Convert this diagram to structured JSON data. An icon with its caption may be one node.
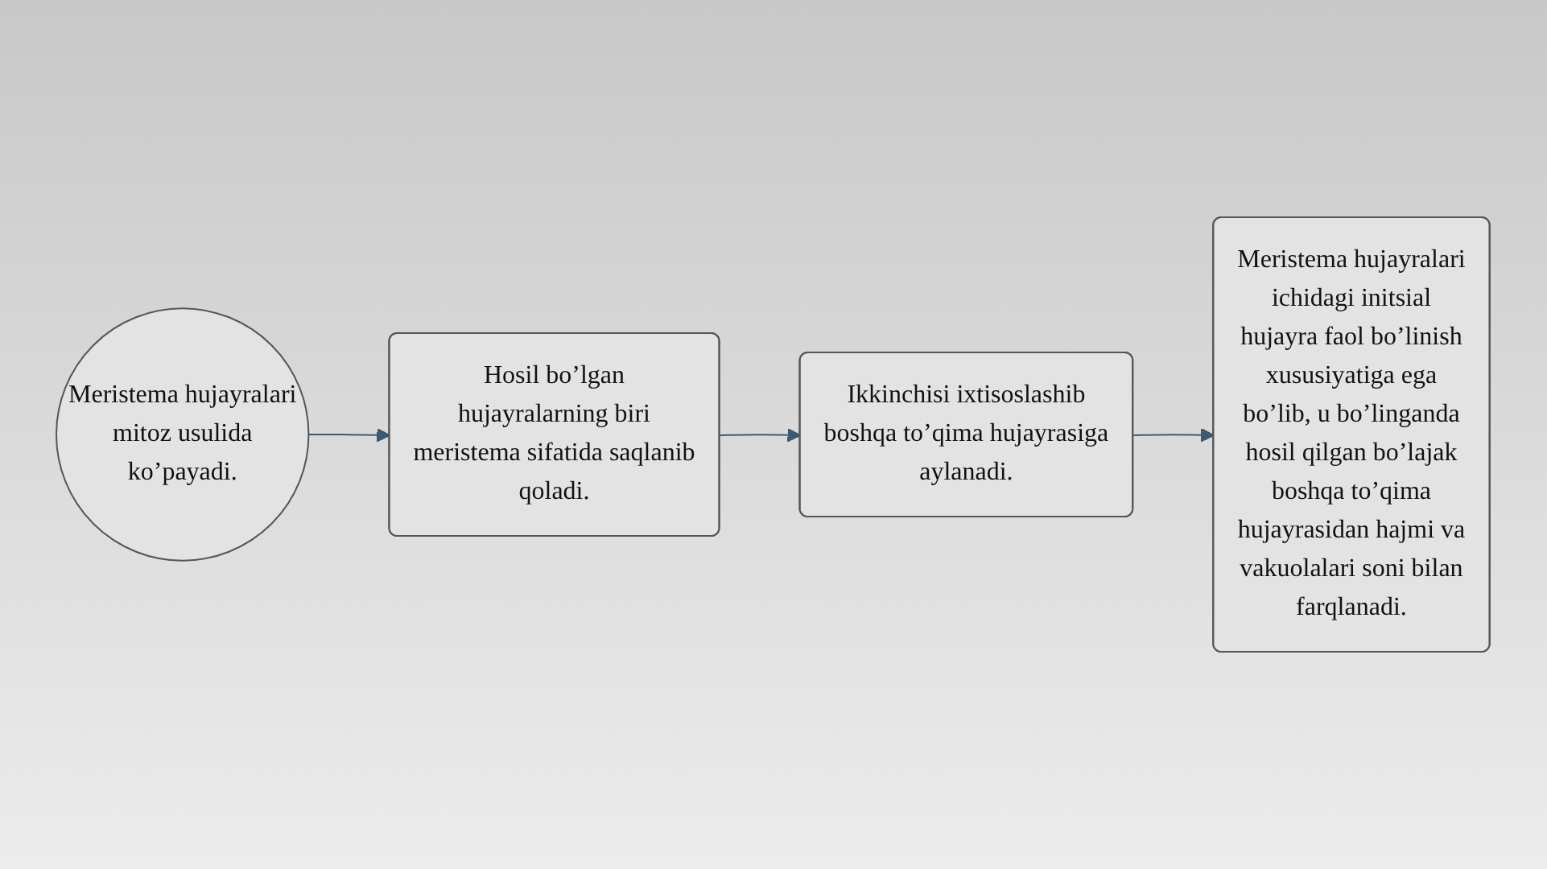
{
  "diagram": {
    "nodes": [
      {
        "text": [
          "Meristema hujayralari mitoz usulida ko’payadi."
        ]
      },
      {
        "text": [
          "Hosil bo’lgan hujayralarning biri meristema sifatida saqlanib qoladi."
        ]
      },
      {
        "text": [
          "Ikkinchisi ixtisoslashib boshqa to’qima hujayrasiga aylanadi."
        ]
      },
      {
        "text": [
          "Meristema hujayralari ichidagi initsial hujayra faol bo’linish xususiyatiga ega bo’lib, u bo’linganda hosil qilgan bo’lajak boshqa to’qima hujayrasidan hajmi va vakuolalari soni bilan farqlanadi."
        ]
      }
    ],
    "edges": [
      {
        "from": 0,
        "to": 1,
        "arrow": "to"
      },
      {
        "from": 1,
        "to": 2,
        "arrow": "to"
      },
      {
        "from": 2,
        "to": 3,
        "arrow": "to"
      }
    ]
  }
}
